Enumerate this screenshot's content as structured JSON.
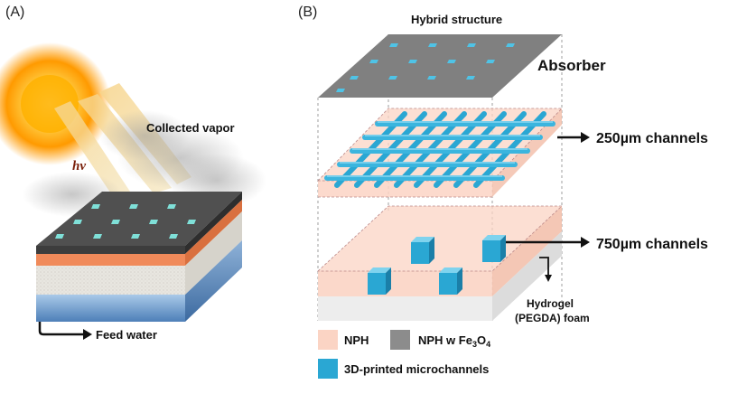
{
  "panel_a": {
    "label": "(A)",
    "vapor_label": "Collected vapor",
    "photon_label": "hv",
    "feed_label": "Feed water"
  },
  "panel_b": {
    "label": "(B)",
    "hybrid_label": "Hybrid structure",
    "absorber_label": "Absorber",
    "channels_250_label": "250µm channels",
    "channels_750_label": "750µm channels",
    "hydrogel_line1": "Hydrogel",
    "hydrogel_line2": "(PEGDA) foam"
  },
  "legend": {
    "nph": "NPH",
    "nph_fe_prefix": "NPH w Fe",
    "nph_fe_sub1": "3",
    "nph_fe_mid": "O",
    "nph_fe_sub2": "4",
    "microchannels": "3D-printed microchannels"
  },
  "colors": {
    "nph": "#fbd4c4",
    "nph_fe": "#8c8c8c",
    "channel": "#2aa7d3",
    "absorber": "#808080",
    "sun": "#ff9a00",
    "orange_layer": "#f08a5a",
    "ice_layer": "#6f9fcf",
    "photon_text": "#7a1f0a"
  }
}
